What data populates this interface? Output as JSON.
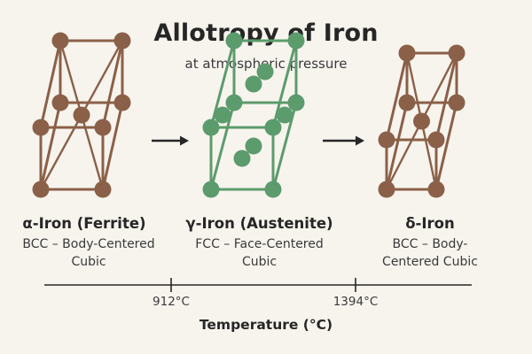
{
  "title": "Allotropy of Iron",
  "subtitle": "at atmospheric pressure",
  "colors": {
    "bcc": "#8b6048",
    "fcc": "#5c9b6c",
    "text": "#262626",
    "background": "#f7f4ee"
  },
  "phases": [
    {
      "name": "α-Iron (Ferrite)",
      "desc_line1": "BCC – Body-Centered",
      "desc_line2": "Cubic",
      "structure": "bcc"
    },
    {
      "name": "γ-Iron (Austenite)",
      "desc_line1": "FCC – Face-Centered",
      "desc_line2": "Cubic",
      "structure": "fcc"
    },
    {
      "name": "δ-Iron",
      "desc_line1": "BCC – Body-",
      "desc_line2": "Centered Cubic",
      "structure": "bcc"
    }
  ],
  "axis": {
    "title": "Temperature (°C)",
    "ticks": [
      "912°C",
      "1394°C"
    ]
  },
  "icons": [
    "right-arrow-icon",
    "right-arrow-icon"
  ]
}
